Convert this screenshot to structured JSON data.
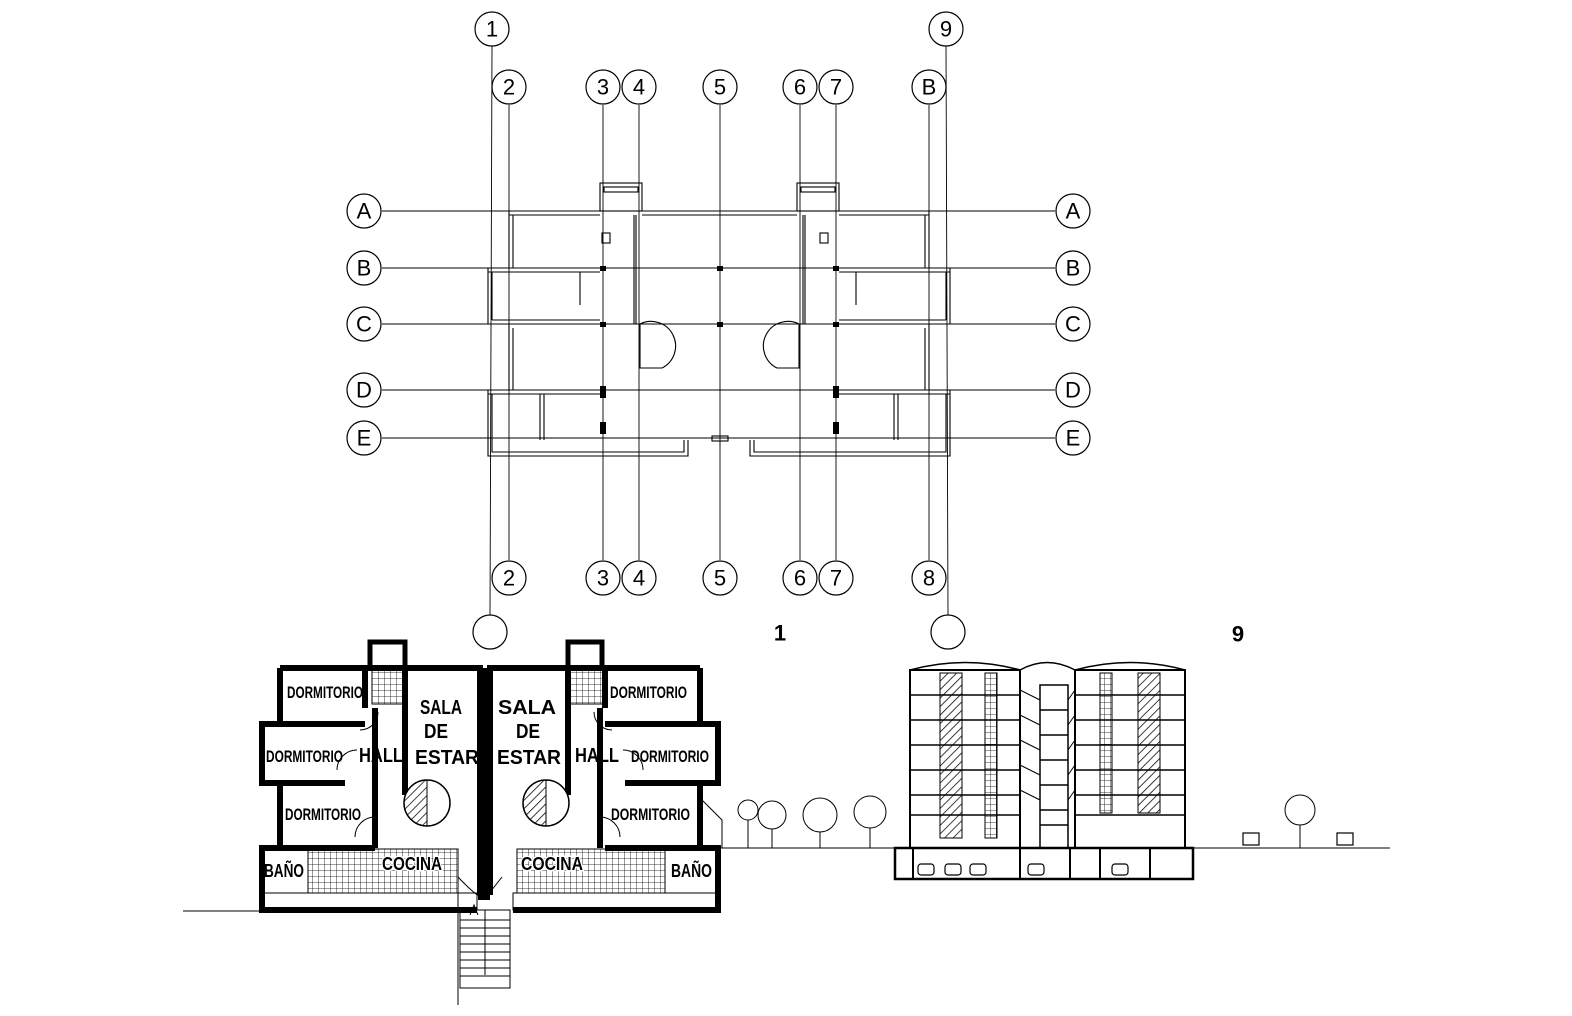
{
  "structural_plan": {
    "top_axes": [
      "1",
      "9"
    ],
    "vertical_axes_top": [
      "2",
      "3",
      "4",
      "5",
      "6",
      "7",
      "B"
    ],
    "vertical_axes_bottom": [
      "2",
      "3",
      "4",
      "5",
      "6",
      "7",
      "8"
    ],
    "horizontal_axes": [
      "A",
      "B",
      "C",
      "D",
      "E"
    ]
  },
  "floor_plan": {
    "rooms_left": {
      "dorm1": "DORMITORIO",
      "dorm2": "DORMITORIO",
      "dorm3": "DORMITORIO",
      "hall": "HALL",
      "sala1": "SALA",
      "sala2": "DE",
      "sala3": "ESTAR",
      "bano": "BAÑO",
      "cocina": "COCINA"
    },
    "rooms_right": {
      "dorm1": "DORMITORIO",
      "dorm2": "DORMITORIO",
      "dorm3": "DORMITORIO",
      "hall": "HALL",
      "sala1": "SALA",
      "sala2": "DE",
      "sala3": "ESTAR",
      "bano": "BAÑO",
      "cocina": "COCINA"
    }
  },
  "elevation": {
    "label_1": "1",
    "label_9": "9"
  }
}
